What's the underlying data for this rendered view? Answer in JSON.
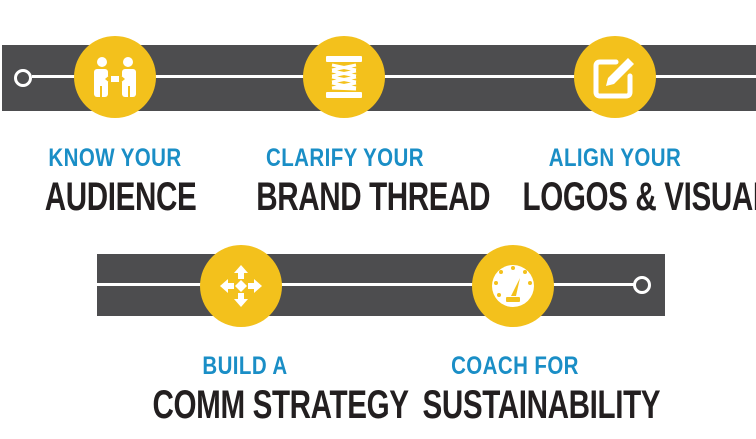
{
  "colors": {
    "band": "#4d4d4f",
    "badge": "#f3c11c",
    "accent_text": "#1a8ec6",
    "main_text": "#231f20"
  },
  "steps": [
    {
      "icon": "two-people-handshake-icon",
      "top": "KNOW YOUR",
      "main": "AUDIENCE"
    },
    {
      "icon": "spool-thread-icon",
      "top": "CLARIFY YOUR",
      "main": "BRAND THREAD"
    },
    {
      "icon": "pencil-edit-icon",
      "top": "ALIGN YOUR",
      "main": "LOGOS & VISUALS"
    },
    {
      "icon": "converging-arrows-icon",
      "top": "BUILD A",
      "main": "COMM STRATEGY"
    },
    {
      "icon": "speedometer-gauge-icon",
      "top": "COACH FOR",
      "main": "SUSTAINABILITY"
    }
  ]
}
